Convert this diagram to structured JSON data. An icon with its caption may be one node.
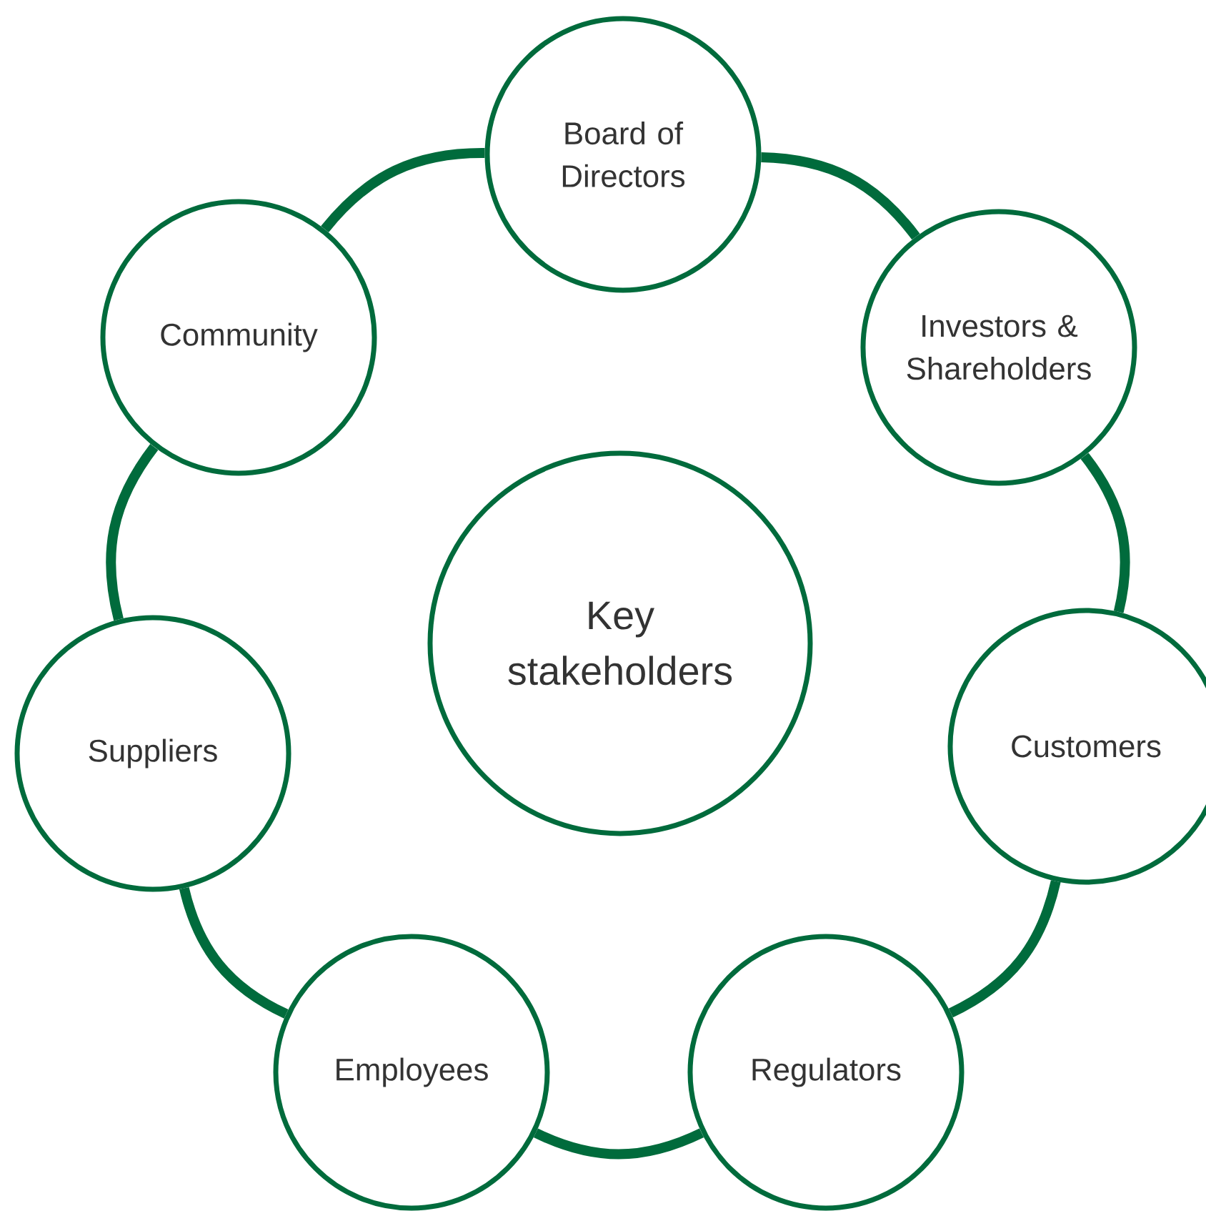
{
  "diagram": {
    "nodes": [
      {
        "text": [
          "Key stakeholders"
        ]
      },
      {
        "text": [
          "Board of Directors"
        ]
      },
      {
        "text": [
          "Investors & Shareholders"
        ]
      },
      {
        "text": [
          "Customers"
        ]
      },
      {
        "text": [
          "Regulators"
        ]
      },
      {
        "text": [
          "Employees"
        ]
      },
      {
        "text": [
          "Suppliers"
        ]
      },
      {
        "text": [
          "Community"
        ]
      }
    ],
    "edges": [
      {
        "from": 1,
        "to": 2,
        "arrow": "none"
      },
      {
        "from": 2,
        "to": 3,
        "arrow": "none"
      },
      {
        "from": 3,
        "to": 4,
        "arrow": "none"
      },
      {
        "from": 4,
        "to": 5,
        "arrow": "none"
      },
      {
        "from": 5,
        "to": 6,
        "arrow": "none"
      },
      {
        "from": 6,
        "to": 7,
        "arrow": "none"
      },
      {
        "from": 7,
        "to": 1,
        "arrow": "none"
      }
    ]
  }
}
